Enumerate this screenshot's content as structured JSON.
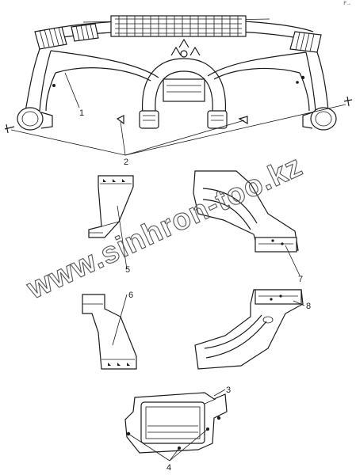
{
  "callouts": {
    "c1": "1",
    "c2": "2",
    "c3": "3",
    "c4": "4",
    "c5": "5",
    "c6": "6",
    "c7": "7",
    "c8": "8"
  },
  "watermark": "www.sinhron-too.kz",
  "corner_mark": "F→",
  "colors": {
    "ink": "#1a1a1a",
    "paper": "#ffffff"
  }
}
